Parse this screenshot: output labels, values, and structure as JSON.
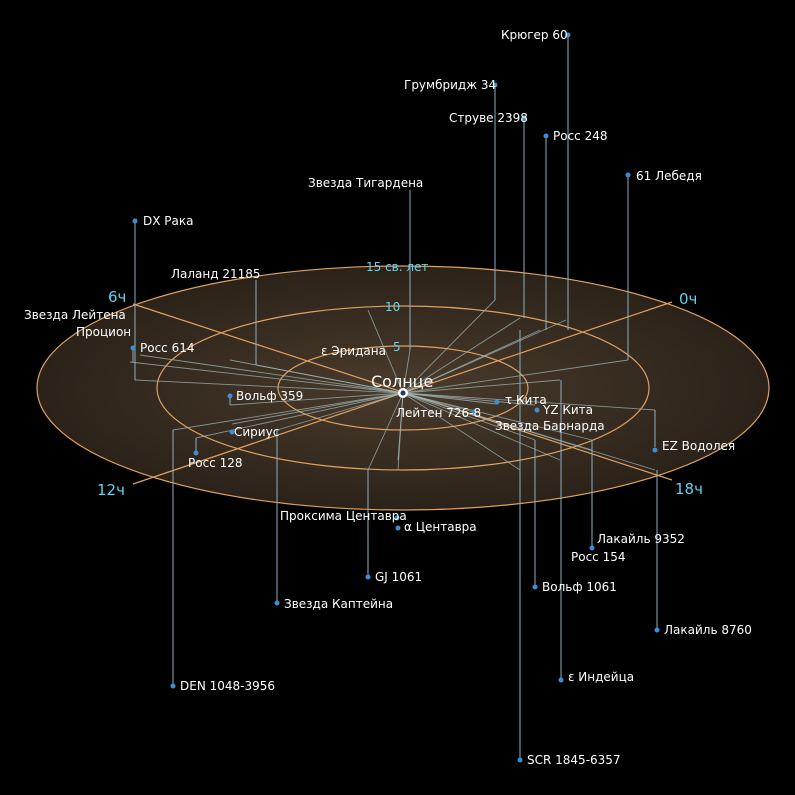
{
  "sun": {
    "label": "Солнце"
  },
  "rings": [
    {
      "label": "5"
    },
    {
      "label": "10"
    },
    {
      "label": "15 св. лет"
    }
  ],
  "hours": [
    {
      "label": "0ч"
    },
    {
      "label": "6ч"
    },
    {
      "label": "12ч"
    },
    {
      "label": "18ч"
    }
  ],
  "colors": {
    "background": "#000000",
    "disc": "#3a2e22",
    "ring": "#e0a060",
    "ring_label": "#5fd3f0",
    "star": "#3a8fd8",
    "line": "#8ab0c2"
  },
  "stars": [
    {
      "name": "Крюгер 60"
    },
    {
      "name": "Грумбридж 34"
    },
    {
      "name": "Струве 2398"
    },
    {
      "name": "Росс 248"
    },
    {
      "name": "61 Лебедя"
    },
    {
      "name": "Звезда Тигардена"
    },
    {
      "name": "DX Рака"
    },
    {
      "name": "Лаланд 21185"
    },
    {
      "name": "Звезда Лейтена"
    },
    {
      "name": "Процион"
    },
    {
      "name": "Росс 614"
    },
    {
      "name": "ε Эридана"
    },
    {
      "name": "Вольф 359"
    },
    {
      "name": "Сириус"
    },
    {
      "name": "Росс 128"
    },
    {
      "name": "τ Кита"
    },
    {
      "name": "YZ Кита"
    },
    {
      "name": "Лейтен 726-8"
    },
    {
      "name": "Звезда Барнарда"
    },
    {
      "name": "EZ Водолея"
    },
    {
      "name": "Проксима Центавра"
    },
    {
      "name": "α Центавра"
    },
    {
      "name": "Лакайль 9352"
    },
    {
      "name": "Росс 154"
    },
    {
      "name": "GJ 1061"
    },
    {
      "name": "Вольф 1061"
    },
    {
      "name": "Звезда Каптейна"
    },
    {
      "name": "Лакайль 8760"
    },
    {
      "name": "DEN 1048-3956"
    },
    {
      "name": "ε Индейца"
    },
    {
      "name": "SCR 1845-6357"
    }
  ]
}
